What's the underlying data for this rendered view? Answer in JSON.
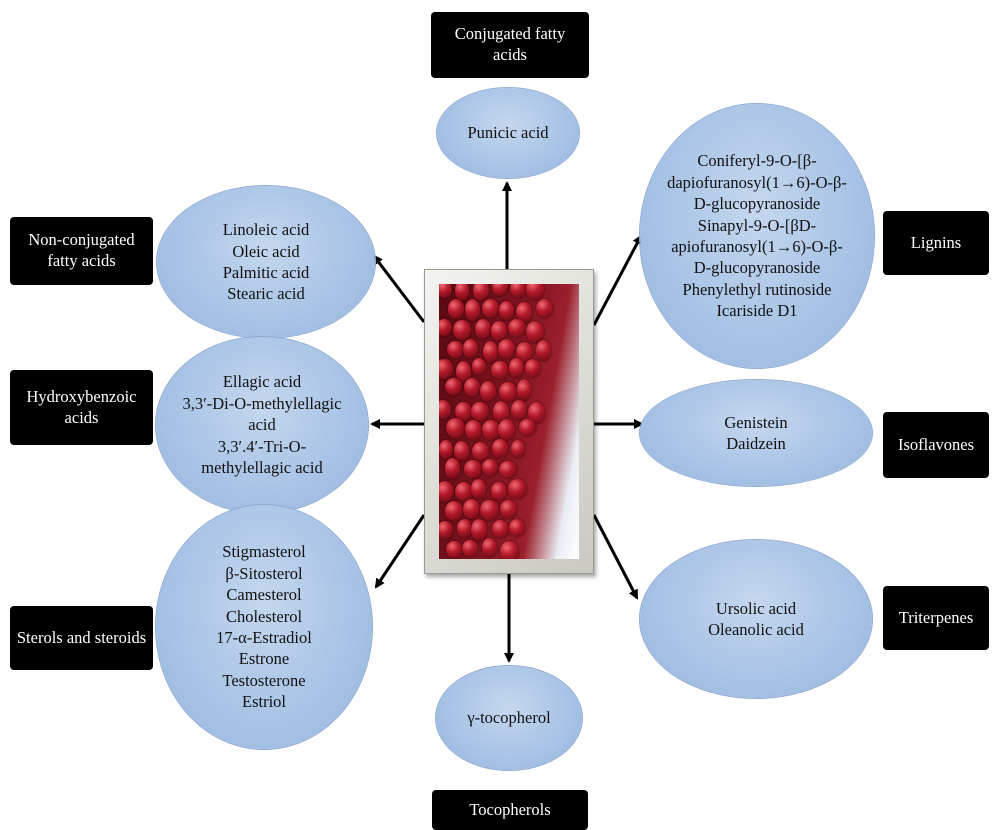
{
  "categories": {
    "conjugated": "Conjugated fatty acids",
    "non_conjugated": "Non-conjugated fatty acids",
    "hydroxybenzoic": "Hydroxybenzoic acids",
    "sterols": "Sterols and steroids",
    "tocopherols": "Tocopherols",
    "lignins": "Lignins",
    "isoflavones": "Isoflavones",
    "triterpenes": "Triterpenes"
  },
  "compounds": {
    "conjugated": [
      "Punicic acid"
    ],
    "non_conjugated": [
      "Linoleic acid",
      "Oleic acid",
      "Palmitic acid",
      "Stearic acid"
    ],
    "hydroxybenzoic": [
      "Ellagic acid",
      "3,3′-Di-O-methylellagic",
      "acid",
      "3,3′.4′-Tri-O-",
      "methylellagic acid"
    ],
    "sterols": [
      "Stigmasterol",
      "β-Sitosterol",
      "Camesterol",
      "Cholesterol",
      "17-α-Estradiol",
      "Estrone",
      "Testosterone",
      "Estriol"
    ],
    "tocopherols": [
      "γ-tocopherol"
    ],
    "lignins": [
      "Coniferyl-9-O-[β-",
      "dapiofuranosyl(1→6)-O-β-",
      "D-glucopyranoside",
      "Sinapyl-9-O-[βD-",
      "apiofuranosyl(1→6)-O-β-",
      "D-glucopyranoside",
      "Phenylethyl rutinoside",
      "Icariside D1"
    ],
    "isoflavones": [
      "Genistein",
      "Daidzein"
    ],
    "triterpenes": [
      "Ursolic acid",
      "Oleanolic acid"
    ]
  },
  "center_image": "pomegranate-seeds",
  "colors": {
    "ellipse_fill": "#a9c4e6",
    "label_fill": "#000000",
    "label_text": "#ffffff",
    "arrow": "#000000"
  }
}
